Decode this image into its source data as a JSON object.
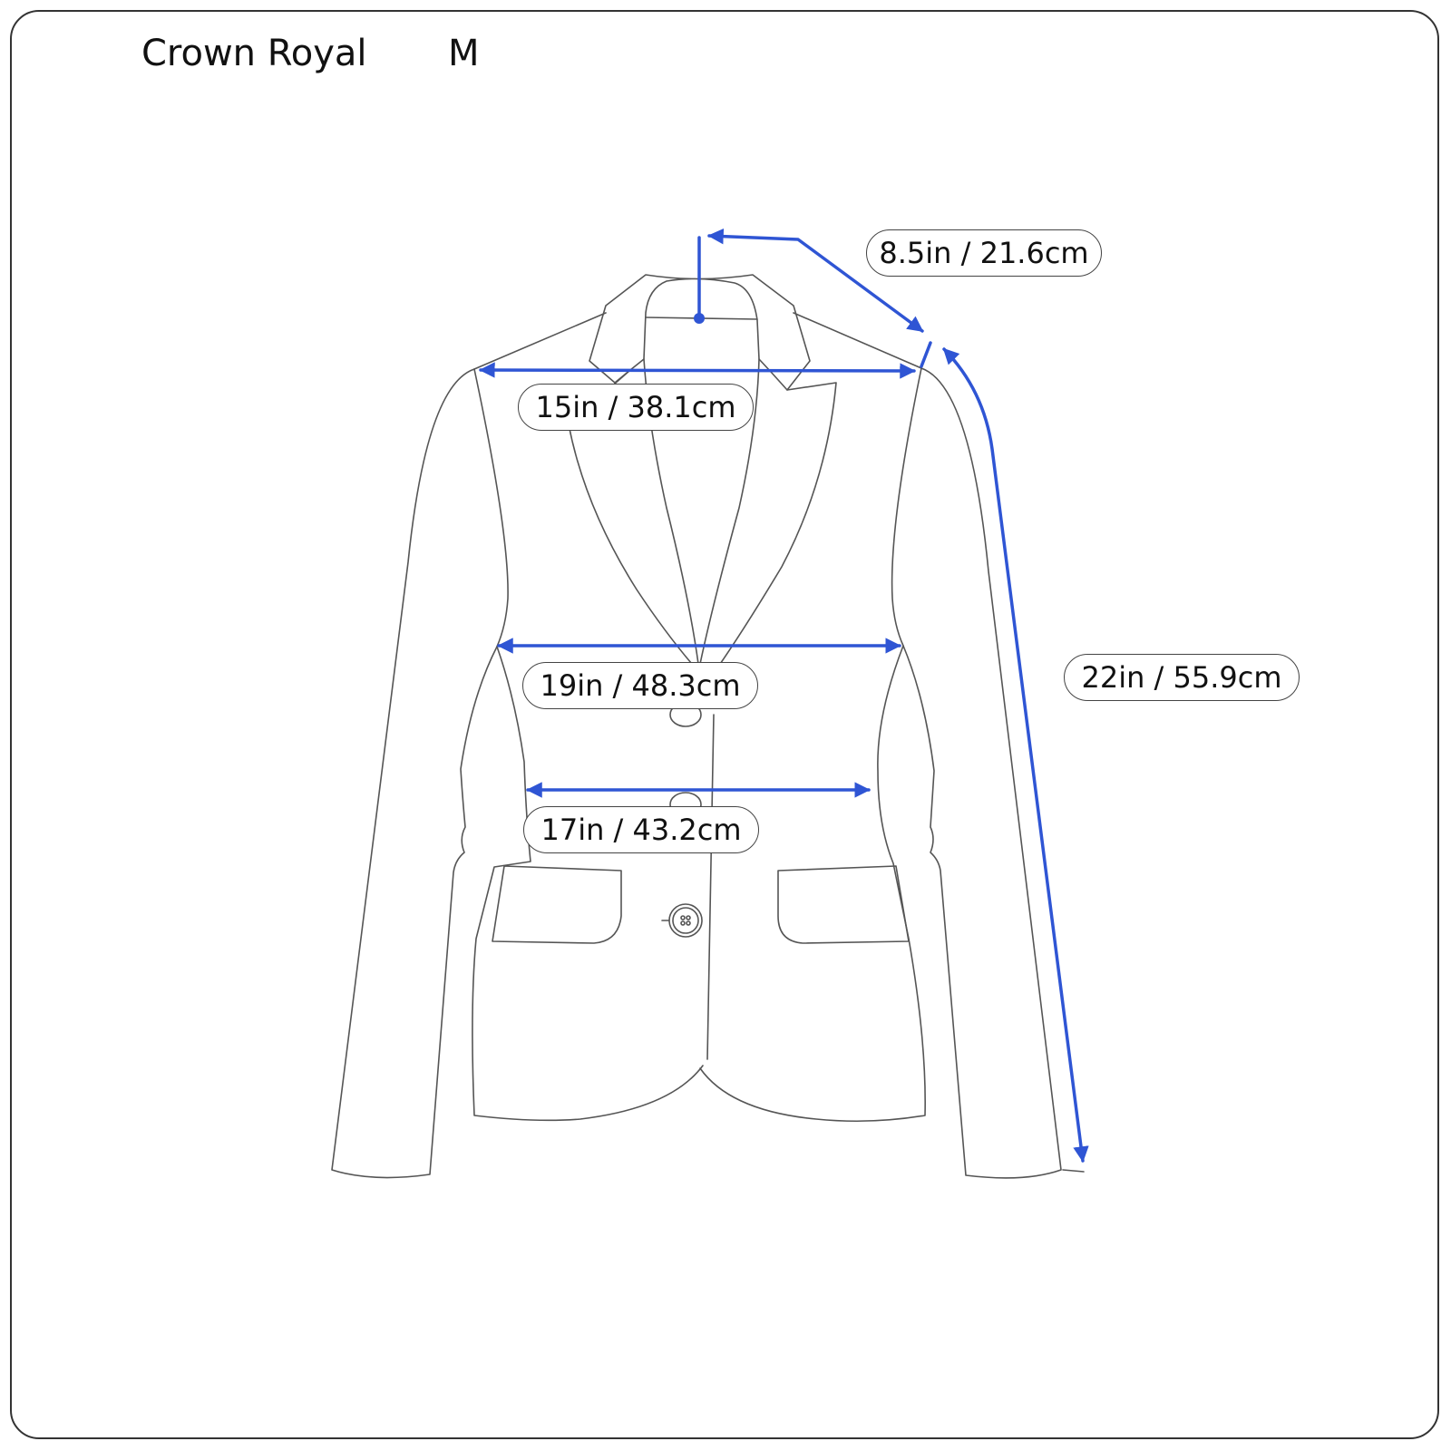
{
  "header": {
    "brand": "Crown Royal",
    "size": "M"
  },
  "garment": {
    "type_icon": "blazer-outline-icon"
  },
  "measurements": {
    "collar_to_shoulder": "8.5in / 21.6cm",
    "shoulder_width": "15in / 38.1cm",
    "chest_width": "19in / 48.3cm",
    "waist_width": "17in / 43.2cm",
    "sleeve_length": "22in / 55.9cm"
  },
  "colors": {
    "measure_line": "#2f55d4",
    "outline": "#555555"
  }
}
